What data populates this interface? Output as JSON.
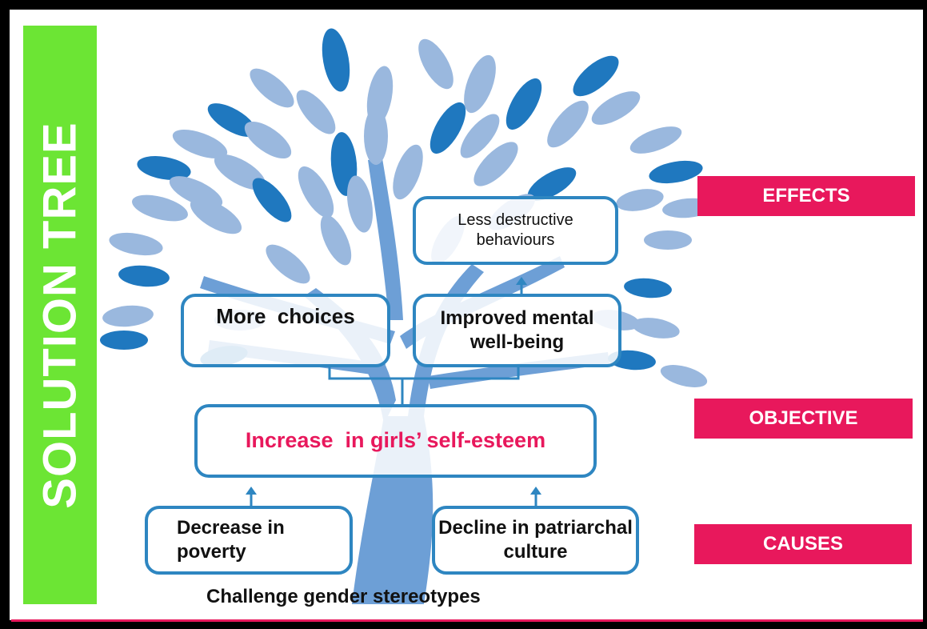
{
  "title": "SOLUTION TREE",
  "labels": {
    "effects": "EFFECTS",
    "objective": "OBJECTIVE",
    "causes": "CAUSES"
  },
  "nodes": {
    "less_destructive": "Less destructive behaviours",
    "more_choices": "More  choices",
    "improved_wellbeing": "Improved mental well-being",
    "objective": "Increase  in girls’ self-esteem",
    "decrease_poverty": "Decrease in poverty",
    "decline_patriarchal": "Decline in patriarchal culture"
  },
  "caption": "Challenge gender stereotypes",
  "colors": {
    "accent_pink": "#e8185c",
    "title_green": "#6ce534",
    "box_border": "#2e86c1",
    "leaf_light": "#9ab8de",
    "leaf_dark": "#1f78bf",
    "trunk": "#6d9fd6"
  }
}
